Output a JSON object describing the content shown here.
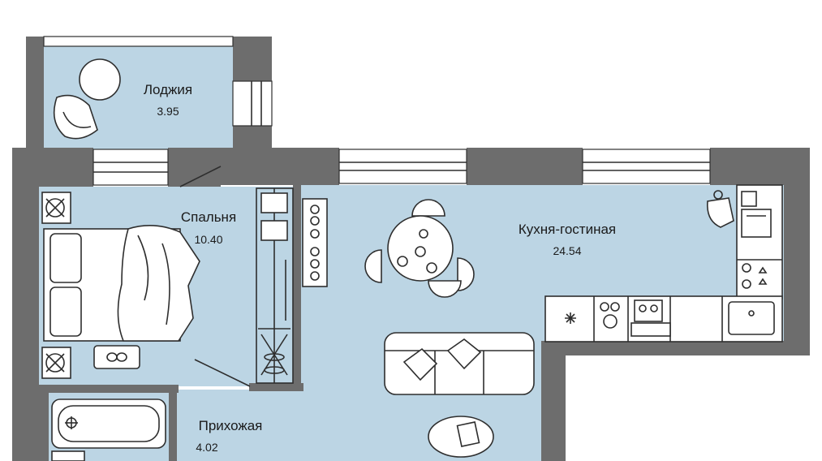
{
  "rooms": {
    "loggia": {
      "name": "Лоджия",
      "area": "3.95"
    },
    "bedroom": {
      "name": "Спальня",
      "area": "10.40"
    },
    "kitchen": {
      "name": "Кухня-гостиная",
      "area": "24.54"
    },
    "hallway": {
      "name": "Прихожая",
      "area": "4.02"
    }
  },
  "colors": {
    "wall": "#6d6d6d",
    "floor": "#bcd5e4",
    "furniture_stroke": "#2e2e2e"
  }
}
